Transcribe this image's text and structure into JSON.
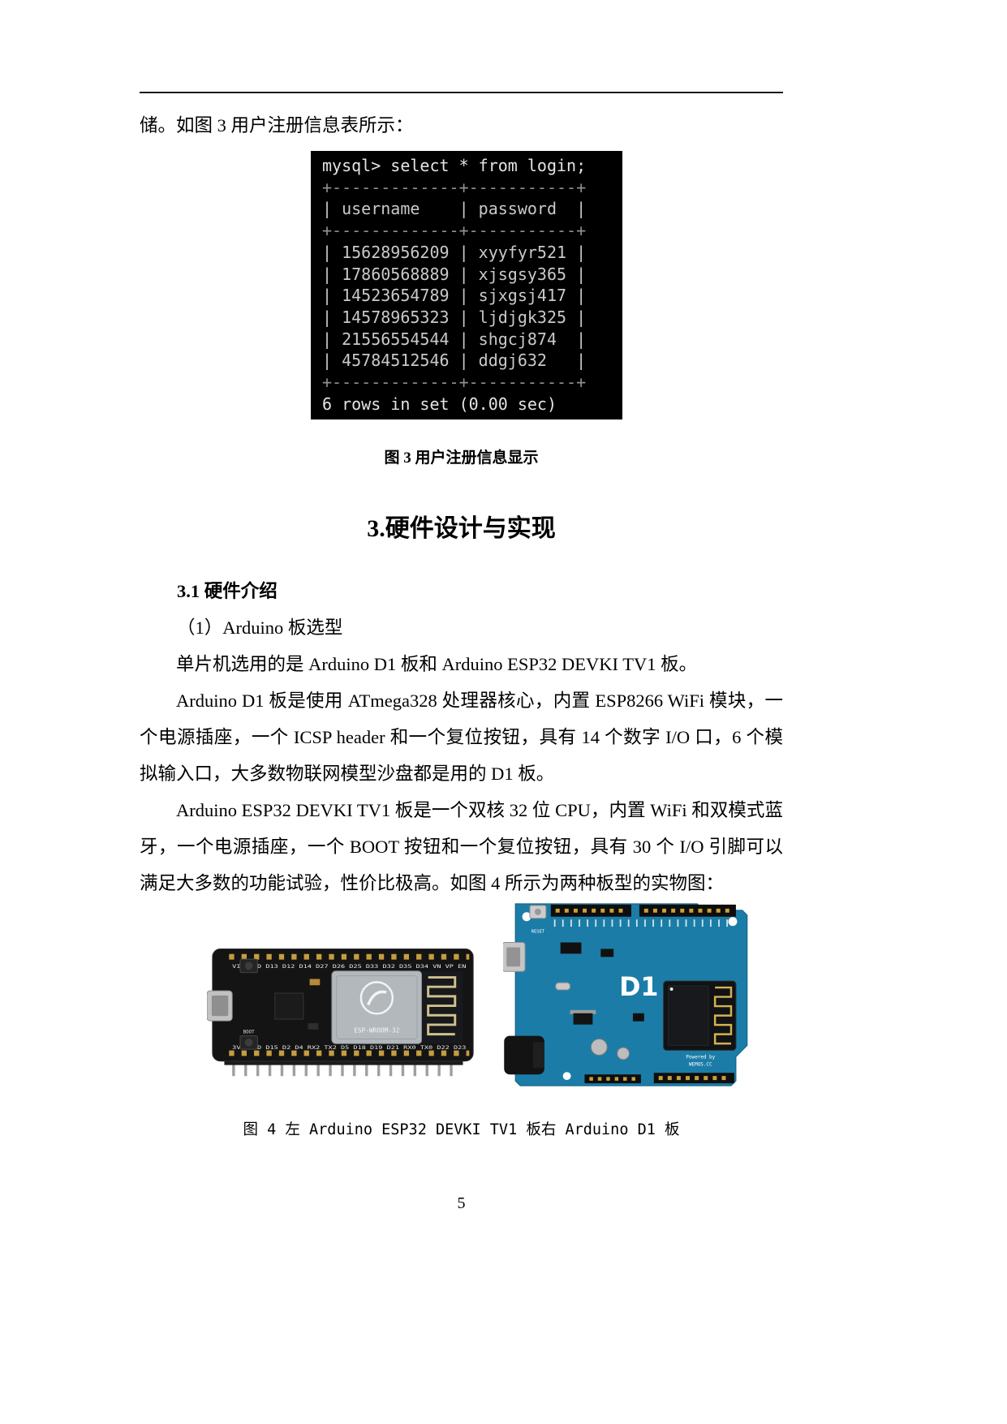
{
  "page": {
    "number": "5"
  },
  "intro": {
    "text": "储。如图 3 用户注册信息表所示："
  },
  "terminal": {
    "lines": [
      "mysql> select * from login;",
      "+-------------+-----------+",
      "| username    | password  |",
      "+-------------+-----------+",
      "| 15628956209 | xyyfyr521 |",
      "| 17860568889 | xjsgsy365 |",
      "| 14523654789 | sjxgsj417 |",
      "| 14578965323 | ljdjgk325 |",
      "| 21556554544 | shgcj874  |",
      "| 45784512546 | ddgj632   |",
      "+-------------+-----------+",
      "6 rows in set (0.00 sec)"
    ]
  },
  "figure3": {
    "caption": "图 3 用户注册信息显示"
  },
  "section": {
    "heading": "3.硬件设计与实现"
  },
  "subsection": {
    "heading": "3.1 硬件介绍"
  },
  "paragraphs": {
    "item_label": "（1）Arduino 板选型",
    "p1": "单片机选用的是 Arduino D1 板和 Arduino ESP32 DEVKI TV1 板。",
    "p2": "Arduino D1 板是使用 ATmega328 处理器核心，内置 ESP8266 WiFi 模块，一个电源插座，一个 ICSP header 和一个复位按钮，具有 14 个数字 I/O 口，6 个模拟输入口，大多数物联网模型沙盘都是用的 D1 板。",
    "p3": "Arduino ESP32 DEVKI TV1 板是一个双核 32 位 CPU，内置 WiFi 和双模式蓝牙，一个电源插座，一个 BOOT 按钮和一个复位按钮，具有 30 个 I/O 引脚可以满足大多数的功能试验，性价比极高。如图 4 所示为两种板型的实物图：",
    "p3_continued": ""
  },
  "figure4": {
    "caption": "图 4 左 Arduino ESP32 DEVKI TV1 板右 Arduino D1 板"
  },
  "boards": {
    "esp32": {
      "pins_top": "VIN GND D13 D12 D14 D27 D26 D25 D33 D32 D35 D34 VN VP EN",
      "pins_bottom": "3V3 GND D15 D2 D4 RX2 TX2 D5 D18 D19 D21 RX0 TX0 D22 D23",
      "boot_label": "BOOT",
      "module_label": "ESP-WROOM-32"
    },
    "d1": {
      "label": "D1",
      "reset_label": "RESET",
      "brand_line1": "Powered by",
      "brand_line2": "WEMOS.CC"
    }
  },
  "colors": {
    "terminal_bg": "#000000",
    "terminal_text": "#c9c9c9",
    "esp32_pcb": "#141414",
    "d1_pcb": "#1b7da7",
    "gold_pad": "#c59d3e"
  }
}
